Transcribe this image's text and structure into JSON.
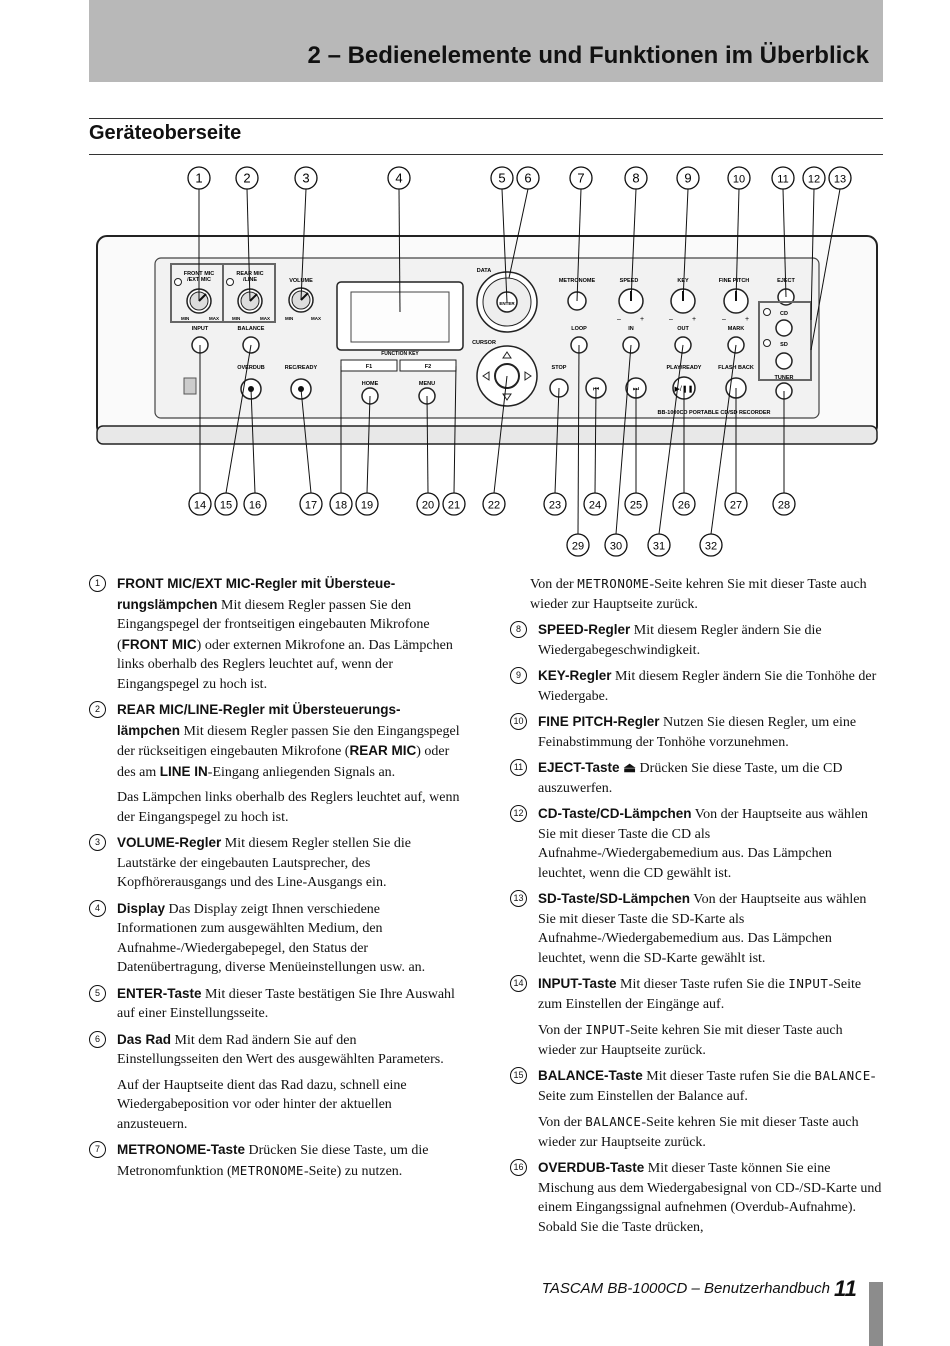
{
  "header": {
    "chapter_title": "2 – Bedienelemente und Funktionen im Überblick"
  },
  "section_title": "Geräteoberseite",
  "diagram": {
    "callouts_top": [
      "1",
      "2",
      "3",
      "4",
      "5",
      "6",
      "7",
      "8",
      "9",
      "10",
      "11",
      "12",
      "13"
    ],
    "callouts_bottom": [
      "14",
      "15",
      "16",
      "17",
      "18",
      "19",
      "20",
      "21",
      "22",
      "23",
      "24",
      "25",
      "26",
      "27",
      "28"
    ],
    "callouts_bottom2": [
      "29",
      "30",
      "31",
      "32"
    ],
    "labels": {
      "front_mic": "FRONT MIC",
      "ext_mic": "/EXT MIC",
      "rear_mic": "REAR MIC",
      "line": "/LINE",
      "volume": "VOLUME",
      "data": "DATA",
      "enter": "ENTER",
      "cursor": "CURSOR",
      "metronome": "METRONOME",
      "speed": "SPEED",
      "key": "KEY",
      "fine_pitch": "FINE PITCH",
      "eject": "EJECT",
      "cd": "CD",
      "sd": "SD",
      "tuner": "TUNER",
      "min": "MIN",
      "max": "MAX",
      "input": "INPUT",
      "balance": "BALANCE",
      "overdub": "OVERDUB",
      "rec_ready": "REC/READY",
      "function_key": "FUNCTION KEY",
      "f1": "F1",
      "f2": "F2",
      "home": "HOME",
      "menu": "MENU",
      "loop": "LOOP",
      "in": "IN",
      "out": "OUT",
      "mark": "MARK",
      "stop": "STOP",
      "play_ready": "PLAY/READY",
      "flash_back": "FLASH BACK",
      "model": "BB-1000CD PORTABLE CD/SD RECORDER",
      "minus": "–",
      "plus": "+"
    }
  },
  "items": [
    {
      "n": "1",
      "term": "FRONT MIC/EXT MIC-Regler mit Übersteue-rungslämpchen",
      "text": "Mit diesem Regler passen Sie den Eingangspegel der frontseitigen eingebauten Mikrofone (",
      "bold1": "FRONT MIC",
      "text2": ") oder externen Mikrofone an. Das Lämpchen links oberhalb des Reglers leuchtet auf, wenn der Eingangspegel zu hoch ist."
    },
    {
      "n": "2",
      "term": "REAR MIC/LINE-Regler mit Übersteuerungs-lämpchen",
      "text": "Mit diesem Regler passen Sie den Eingangspegel der rückseitigen eingebauten Mikrofone (",
      "bold1": "REAR MIC",
      "text2": ") oder des am ",
      "bold2": "LINE IN",
      "text3": "-Eingang anliegenden Signals an.",
      "cont": "Das Lämpchen links oberhalb des Reglers leuchtet auf, wenn der Eingangspegel zu hoch ist."
    },
    {
      "n": "3",
      "term": "VOLUME-Regler",
      "text": "Mit diesem Regler stellen Sie die Lautstärke der eingebauten Lautsprecher, des Kopfhörerausgangs und des Line-Ausgangs ein."
    },
    {
      "n": "4",
      "term": "Display",
      "text": "Das Display zeigt Ihnen verschiedene Informationen zum ausgewählten Medium, den Aufnahme-/Wiedergabepegel, den Status der Datenübertragung, diverse Menüeinstellungen usw. an."
    },
    {
      "n": "5",
      "term": "ENTER-Taste",
      "text": "Mit dieser Taste bestätigen Sie Ihre Auswahl auf einer Einstellungsseite."
    },
    {
      "n": "6",
      "term": "Das Rad",
      "text": "Mit dem Rad ändern Sie auf den Einstellungsseiten den Wert des ausgewählten Parameters.",
      "cont": "Auf der Hauptseite dient das Rad dazu, schnell eine Wiedergabeposition vor oder hinter der aktuellen anzusteuern."
    },
    {
      "n": "7",
      "term": "METRONOME-Taste",
      "text": "Drücken Sie diese Taste, um die Metronomfunktion (",
      "mono": "METRONOME",
      "text2": "-Seite) zu nutzen.",
      "cont_pre": "Von der ",
      "cont_mono": "METRONOME",
      "cont_post": "-Seite kehren Sie mit dieser Taste auch wieder zur Hauptseite zurück."
    },
    {
      "n": "8",
      "term": "SPEED-Regler",
      "text": "Mit diesem Regler ändern Sie die Wiedergabegeschwindigkeit."
    },
    {
      "n": "9",
      "term": "KEY-Regler",
      "text": "Mit diesem Regler ändern Sie die Tonhöhe der Wiedergabe."
    },
    {
      "n": "10",
      "term": "FINE PITCH-Regler",
      "text": "Nutzen Sie diesen Regler, um eine Feinabstimmung der Tonhöhe vorzunehmen."
    },
    {
      "n": "11",
      "term": "EJECT-Taste ⏏",
      "text": "Drücken Sie diese Taste, um die CD auszuwerfen."
    },
    {
      "n": "12",
      "term": "CD-Taste/CD-Lämpchen",
      "text": "Von der Hauptseite aus wählen Sie mit dieser Taste die CD als Aufnahme-/Wiedergabemedium aus. Das Lämpchen leuchtet, wenn die CD gewählt ist."
    },
    {
      "n": "13",
      "term": "SD-Taste/SD-Lämpchen",
      "text": "Von der Hauptseite aus wählen Sie mit dieser Taste die SD-Karte als Aufnahme-/Wiedergabemedium aus. Das Lämpchen leuchtet, wenn die SD-Karte gewählt ist."
    },
    {
      "n": "14",
      "term": "INPUT-Taste",
      "text": "Mit dieser Taste rufen Sie die ",
      "mono": "INPUT",
      "text2": "-Seite zum Einstellen der Eingänge auf.",
      "cont_pre": "Von der ",
      "cont_mono": "INPUT",
      "cont_post": "-Seite kehren Sie mit dieser Taste auch wieder zur Hauptseite zurück."
    },
    {
      "n": "15",
      "term": "BALANCE-Taste",
      "text": "Mit dieser Taste rufen Sie die ",
      "mono": "BALANCE",
      "text2": "-Seite zum Einstellen der Balance auf.",
      "cont_pre": "Von der ",
      "cont_mono": "BALANCE",
      "cont_post": "-Seite kehren Sie mit dieser Taste auch wieder zur Hauptseite zurück."
    },
    {
      "n": "16",
      "term": "OVERDUB-Taste",
      "text": "Mit dieser Taste können Sie eine Mischung aus dem Wiedergabesignal von CD-/SD-Karte und einem Eingangssignal aufnehmen (Overdub-Aufnahme). Sobald Sie die Taste drücken,"
    }
  ],
  "footer": {
    "text": "TASCAM BB-1000CD – Benutzerhandbuch",
    "page": "11"
  }
}
